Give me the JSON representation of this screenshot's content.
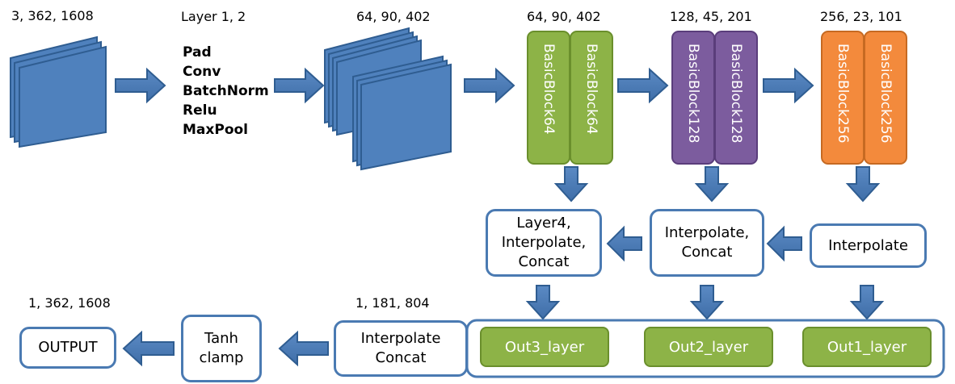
{
  "shapes": {
    "input": "3, 362, 1608",
    "layer12": "Layer 1, 2",
    "after_layer": "64, 90, 402",
    "block64": "64, 90, 402",
    "block128": "128, 45, 201",
    "block256": "256, 23, 101",
    "interp_concat_out": "1, 181, 804",
    "output": "1, 362, 1608"
  },
  "layer_ops": [
    "Pad",
    "Conv",
    "BatchNorm",
    "Relu",
    "MaxPool"
  ],
  "blocks": {
    "b64_a": "BasicBlock64",
    "b64_b": "BasicBlock64",
    "b128_a": "BasicBlock128",
    "b128_b": "BasicBlock128",
    "b256_a": "BasicBlock256",
    "b256_b": "BasicBlock256"
  },
  "nodes": {
    "layer4": [
      "Layer4,",
      "Interpolate,",
      "Concat"
    ],
    "interp_concat": [
      "Interpolate,",
      "Concat"
    ],
    "interp": "Interpolate",
    "interp_concat2": [
      "Interpolate",
      "Concat"
    ],
    "tanh": [
      "Tanh",
      "clamp"
    ],
    "output": "OUTPUT"
  },
  "outs": {
    "out3": "Out3_layer",
    "out2": "Out2_layer",
    "out1": "Out1_layer"
  },
  "colors": {
    "blue": "#4a7ab2",
    "green": "#8db347",
    "purple": "#7c5c9e",
    "orange": "#f38a3c"
  }
}
